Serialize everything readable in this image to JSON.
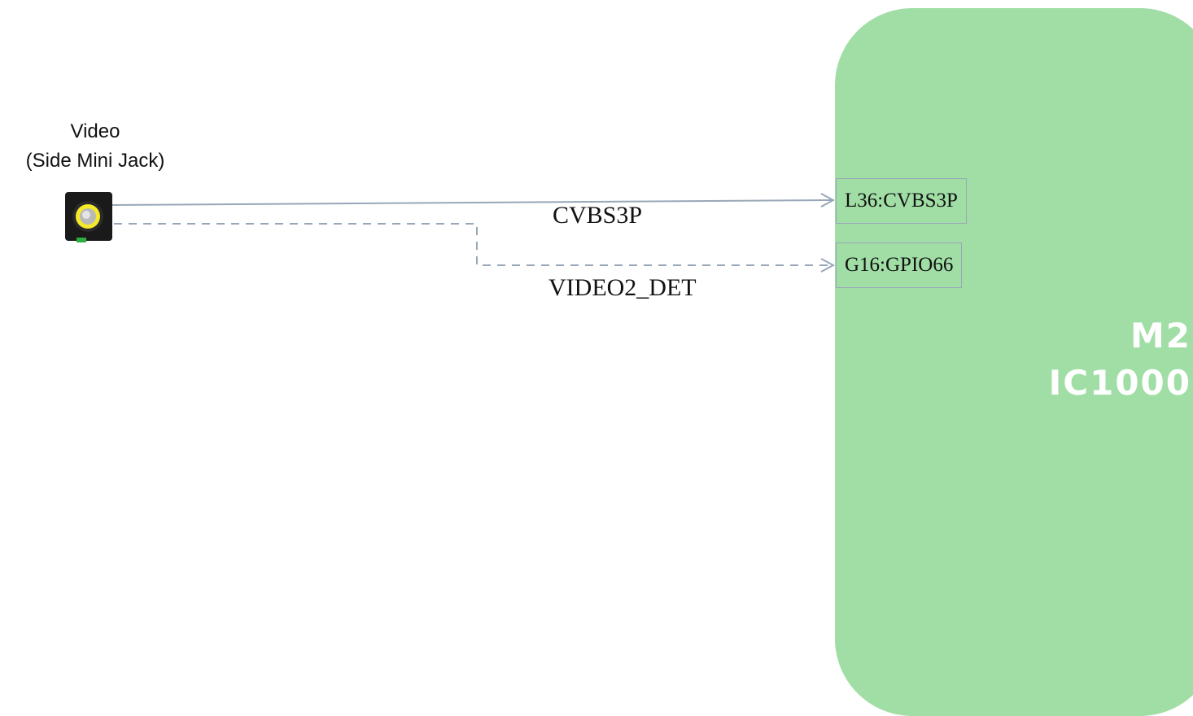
{
  "source": {
    "title_line1": "Video",
    "title_line2": "(Side Mini Jack)",
    "icon": "yellow-rca-jack-icon"
  },
  "chip": {
    "label_line1": "M2",
    "label_line2": "IC1000",
    "color": "#a1dea6",
    "pins": [
      {
        "label": "L36:CVBS3P"
      },
      {
        "label": "G16:GPIO66"
      }
    ]
  },
  "nets": [
    {
      "label": "CVBS3P",
      "style": "solid"
    },
    {
      "label": "VIDEO2_DET",
      "style": "dashed"
    }
  ],
  "colors": {
    "wire": "#98a7b8",
    "chip_fill": "#a1dea6",
    "jack_ring": "#f5e92a"
  }
}
